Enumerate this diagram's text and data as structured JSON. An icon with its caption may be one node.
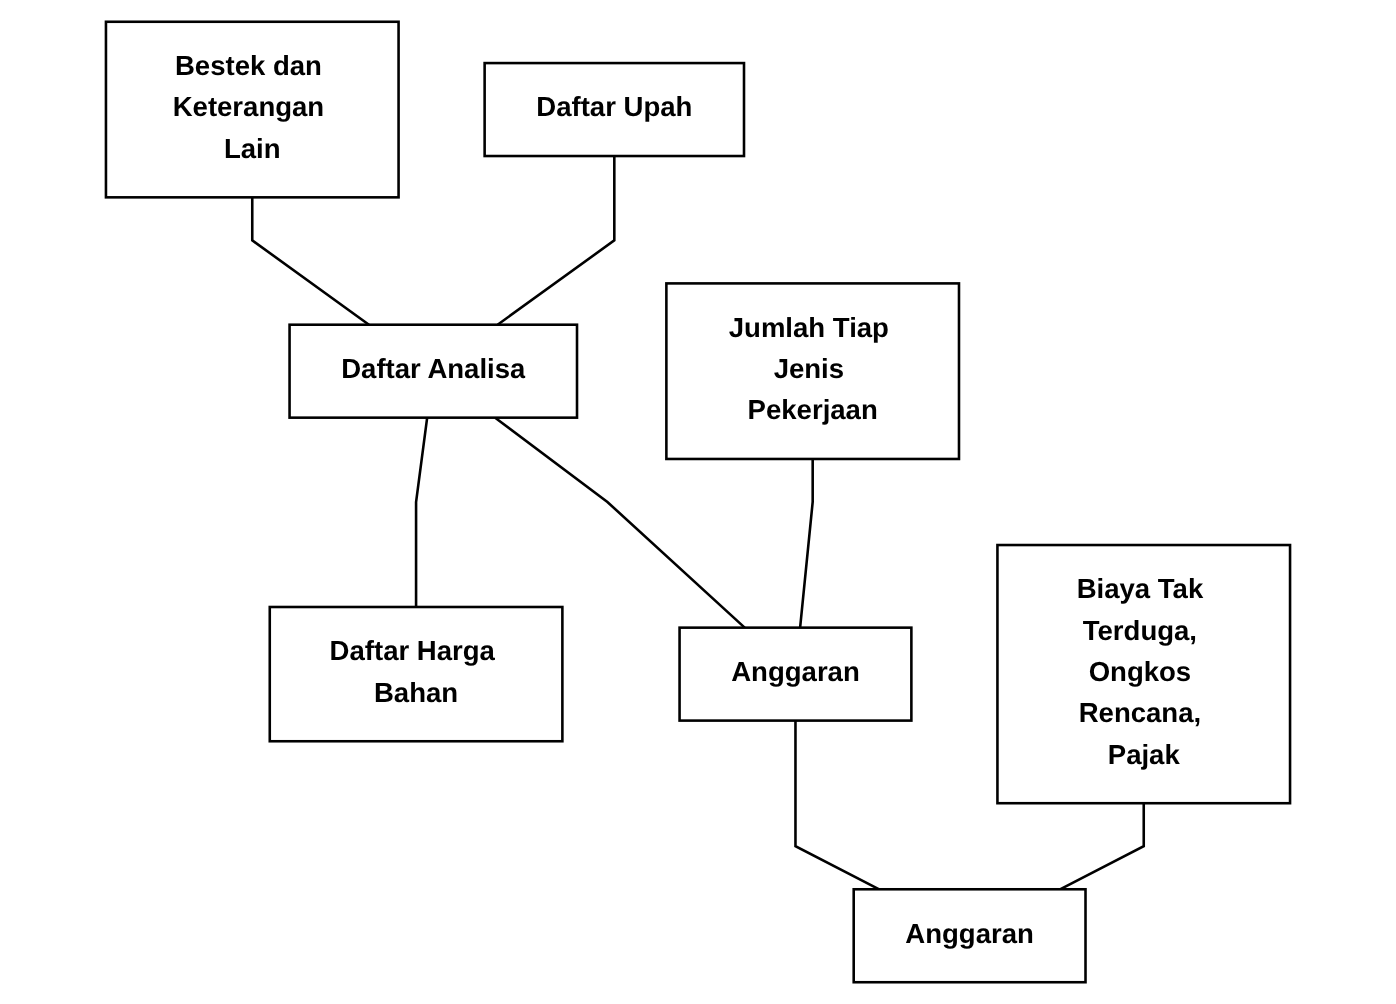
{
  "diagram": {
    "nodes": [
      {
        "text": [
          "Bestek dan Keterangan Lain"
        ]
      },
      {
        "text": [
          "Daftar Upah"
        ]
      },
      {
        "text": [
          "Daftar Analisa"
        ]
      },
      {
        "text": [
          "Daftar Harga Bahan"
        ]
      },
      {
        "text": [
          "Anggaran"
        ]
      },
      {
        "text": [
          "Jumlah Tiap Jenis Pekerjaan"
        ]
      },
      {
        "text": [
          "Anggaran"
        ]
      },
      {
        "text": [
          "Biaya Tak Terduga, Ongkos Rencana, Pajak"
        ]
      }
    ],
    "edges": [
      {
        "from": 0,
        "to": 2,
        "arrow": "none"
      },
      {
        "from": 1,
        "to": 2,
        "arrow": "none"
      },
      {
        "from": 3,
        "to": 2,
        "arrow": "none"
      },
      {
        "from": 2,
        "to": 4,
        "arrow": "none"
      },
      {
        "from": 5,
        "to": 4,
        "arrow": "none"
      },
      {
        "from": 4,
        "to": 6,
        "arrow": "none"
      },
      {
        "from": 7,
        "to": 6,
        "arrow": "none"
      }
    ]
  }
}
